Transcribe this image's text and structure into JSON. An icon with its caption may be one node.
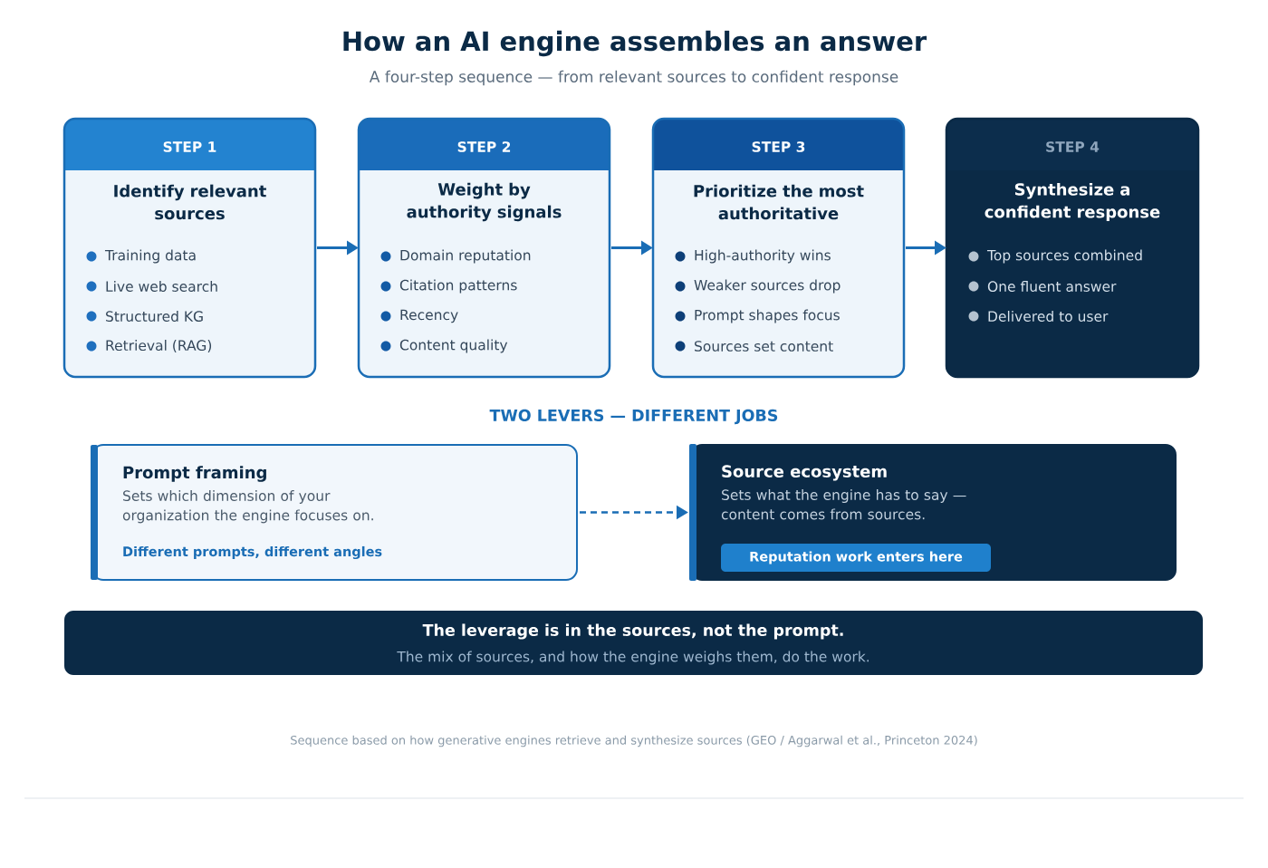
{
  "diagram": {
    "title": "How an AI engine assembles an answer",
    "nodes": [
      {
        "text": [
          "STEP 1",
          "Identify relevant sources",
          "Training data",
          "Live web search",
          "Structured KG",
          "Retrieval (RAG)"
        ]
      },
      {
        "text": [
          "STEP 2",
          "Weight by authority signals",
          "Domain reputation",
          "Citation patterns",
          "Recency",
          "Content quality"
        ]
      },
      {
        "text": [
          "STEP 3",
          "Prioritize the most authoritative",
          "High-authority wins",
          "Weaker sources drop",
          "Prompt shapes focus",
          "Sources set content"
        ]
      },
      {
        "text": [
          "STEP 4",
          "Synthesize a confident response",
          "Top sources combined",
          "One fluent answer",
          "Delivered to user"
        ]
      },
      {
        "text": [
          "Prompt framing",
          "Sets which dimension of your organization the engine focuses on.",
          "Different prompts, different angles"
        ]
      },
      {
        "text": [
          "Source ecosystem",
          "Sets what the engine has to say — content comes from sources."
        ]
      },
      {
        "text": [
          "Reputation work enters here"
        ],
        "in": 5
      },
      {
        "text": [
          "The leverage is in the sources, not the prompt.",
          "The mix of sources, and how the engine weighs them, do the work."
        ]
      }
    ],
    "edges": [
      {
        "from": 0,
        "to": 1,
        "arrow": "to"
      },
      {
        "from": 1,
        "to": 2,
        "arrow": "to"
      },
      {
        "from": 2,
        "to": 3,
        "arrow": "to"
      },
      {
        "from": 4,
        "to": 5,
        "arrow": "to",
        "style": "dashed"
      }
    ],
    "labels": [
      "A four-step sequence — from relevant sources to confident response",
      "TWO LEVERS — DIFFERENT JOBS",
      "Sequence based on how generative engines retrieve and synthesize sources (GEO / Aggarwal et al., Princeton 2024)"
    ]
  }
}
